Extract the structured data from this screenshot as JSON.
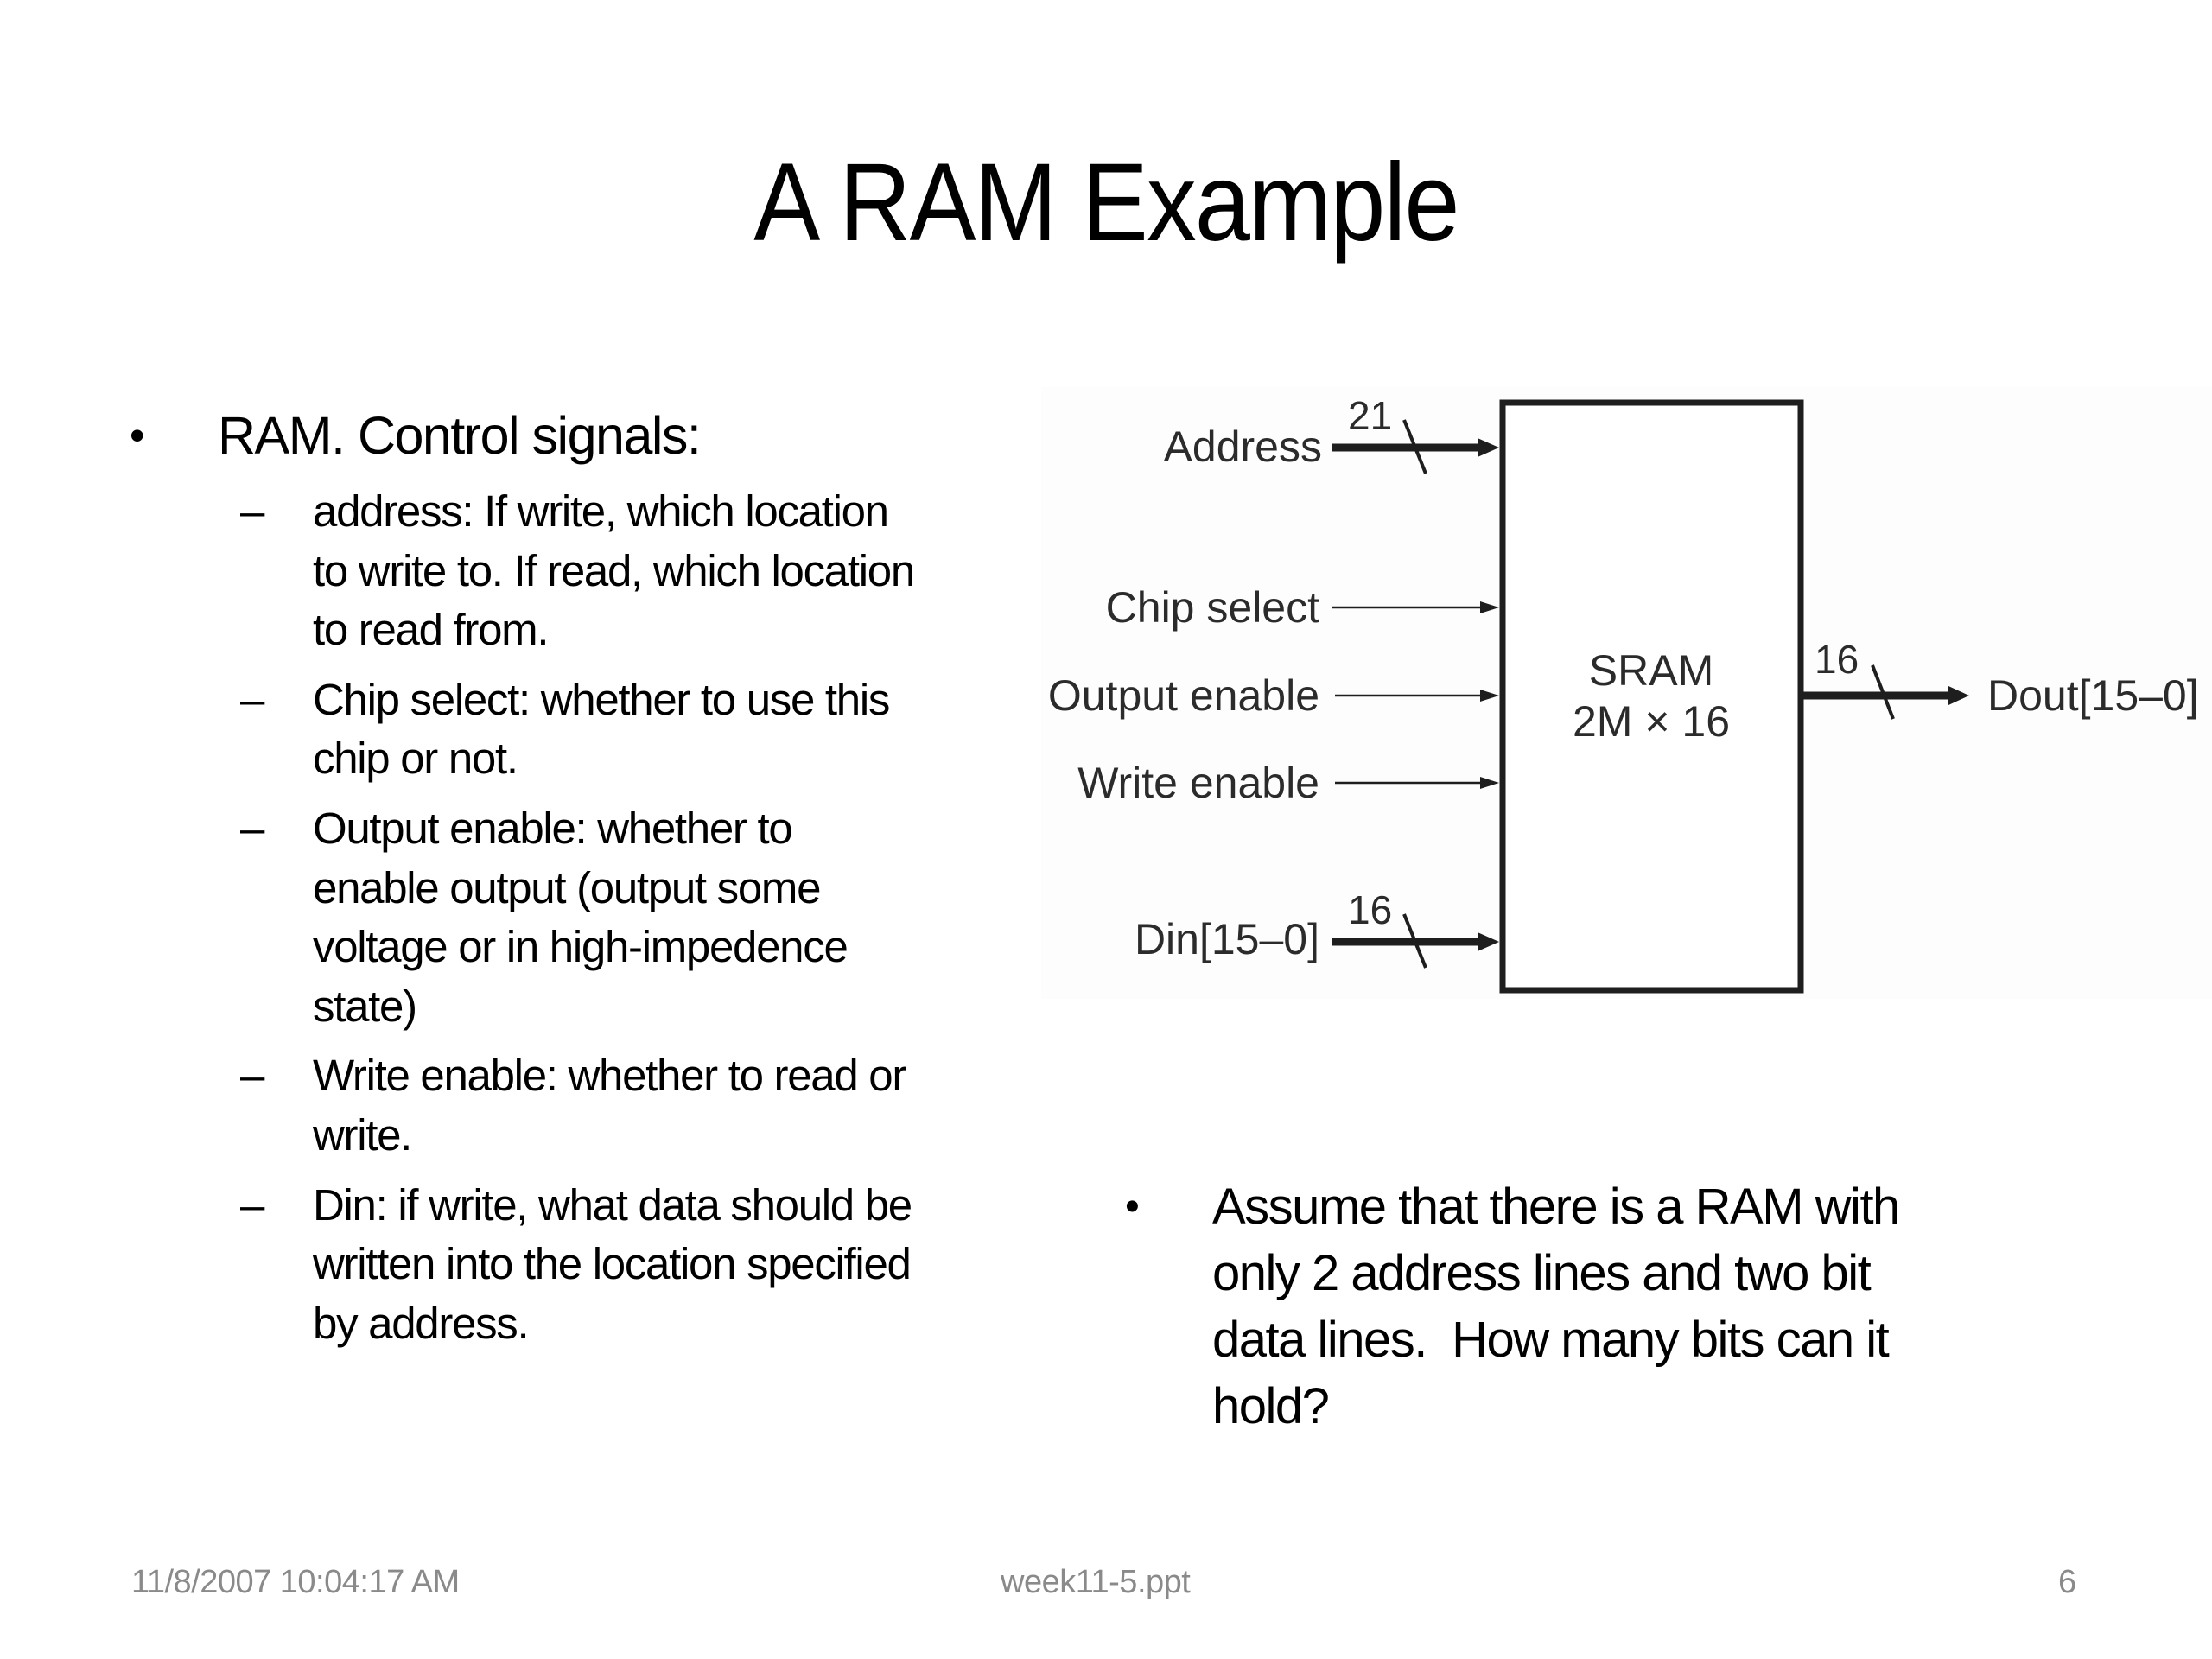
{
  "slide": {
    "title": "A RAM Example",
    "left_bullet": {
      "bullet_glyph": "•",
      "text": "RAM. Control signals:",
      "sub_items": [
        {
          "dash": "–",
          "lines": [
            "address: If write, which location",
            "to write to. If read, which location",
            "to read from."
          ]
        },
        {
          "dash": "–",
          "lines": [
            "Chip select: whether to use this",
            "chip or not."
          ]
        },
        {
          "dash": "–",
          "lines": [
            "Output enable: whether to",
            "enable output (output some",
            "voltage or in high-impedence",
            "state)"
          ]
        },
        {
          "dash": "–",
          "lines": [
            "Write enable: whether to read or",
            "write."
          ]
        },
        {
          "dash": "–",
          "lines": [
            "Din: if write, what data should be",
            "written into the location specified",
            "by address."
          ]
        }
      ]
    },
    "right_bullet": {
      "bullet_glyph": "•",
      "lines": [
        "Assume that there is a RAM with",
        "only 2 address lines and two bit",
        "data lines.  How many bits can it",
        "hold?"
      ]
    },
    "diagram": {
      "block": {
        "line1": "SRAM",
        "line2": "2M × 16"
      },
      "inputs": [
        {
          "label": "Address",
          "bus_width": "21",
          "bus": true
        },
        {
          "label": "Chip select",
          "bus": false
        },
        {
          "label": "Output enable",
          "bus": false
        },
        {
          "label": "Write enable",
          "bus": false
        },
        {
          "label": "Din[15–0]",
          "bus_width": "16",
          "bus": true
        }
      ],
      "output": {
        "label": "Dout[15–0]",
        "bus_width": "16",
        "bus": true
      }
    },
    "footer": {
      "date": "11/8/2007 10:04:17 AM",
      "filename": "week11-5.ppt",
      "page_number": "6"
    }
  }
}
